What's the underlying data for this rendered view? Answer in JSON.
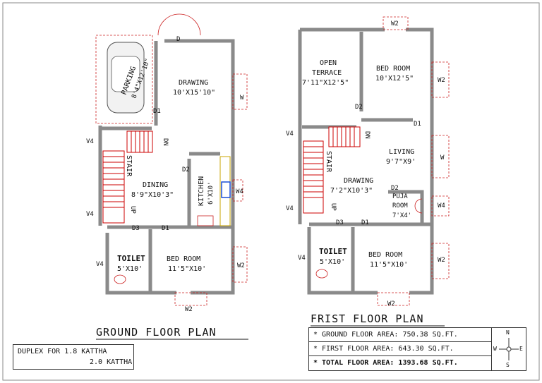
{
  "ground": {
    "title": "GROUND FLOOR PLAN",
    "rooms": {
      "parking": "PARKING",
      "parking_dim": "8'4\"X12'10\"",
      "drawing": "DRAWING",
      "drawing_dim": "10'X15'10\"",
      "dining": "DINING",
      "dining_dim": "8'9\"X10'3\"",
      "kitchen": "KITCHEN",
      "kitchen_dim": "6'X10'",
      "toilet": "TOILET",
      "toilet_dim": "5'X10'",
      "bedroom": "BED ROOM",
      "bedroom_dim": "11'5\"X10'",
      "stair": "STAIR"
    },
    "tags": {
      "D": "D",
      "D1a": "D1",
      "D1b": "D1",
      "D2": "D2",
      "D3": "D3",
      "W_right": "W",
      "W4_right": "W4",
      "W2_right": "W2",
      "W2_bottom": "W2",
      "V4a": "V4",
      "V4b": "V4",
      "V4c": "V4",
      "DN": "DN",
      "UP": "UP"
    }
  },
  "first": {
    "title": "FRIST FLOOR PLAN",
    "rooms": {
      "open_terrace": "OPEN",
      "open_terrace2": "TERRACE",
      "open_terrace_dim": "7'11\"X12'5\"",
      "bedroom_top": "BED ROOM",
      "bedroom_top_dim": "10'X12'5\"",
      "living": "LIVING",
      "living_dim": "9'7\"X9'",
      "drawing": "DRAWING",
      "drawing_dim": "7'2\"X10'3\"",
      "puja": "PUJA",
      "puja2": "ROOM",
      "puja_dim": "7'X4'",
      "toilet": "TOILET",
      "toilet_dim": "5'X10'",
      "bedroom": "BED ROOM",
      "bedroom_dim": "11'5\"X10'",
      "stair": "STAIR"
    },
    "tags": {
      "W2_top": "W2",
      "W2_right": "W2",
      "W_right": "W",
      "W4_right": "W4",
      "W2_right2": "W2",
      "W2_bottom": "W2",
      "D1a": "D1",
      "D1b": "D1",
      "D2a": "D2",
      "D2b": "D2",
      "D3": "D3",
      "V4a": "V4",
      "V4b": "V4",
      "V4c": "V4",
      "DN": "DN",
      "UP": "UP"
    }
  },
  "areas": {
    "ground_label": "* GROUND FLOOR AREA:",
    "ground_value": "750.38 SQ.FT.",
    "first_label": "* FIRST FLOOR AREA:",
    "first_value": "643.30 SQ.FT.",
    "total_label": "* TOTAL FLOOR AREA:",
    "total_value": "1393.68 SQ.FT."
  },
  "compass": {
    "n": "N",
    "s": "S",
    "e": "E",
    "w": "W"
  },
  "caption": {
    "line1": "DUPLEX FOR 1.8 KATTHA",
    "line2": "2.0 KATTHA"
  },
  "colors": {
    "wall": "#8a8a8a",
    "stair": "#cc0000",
    "window": "#cc2222",
    "kitchen_slab": "#c9a400",
    "sink": "#1a4fd6"
  }
}
